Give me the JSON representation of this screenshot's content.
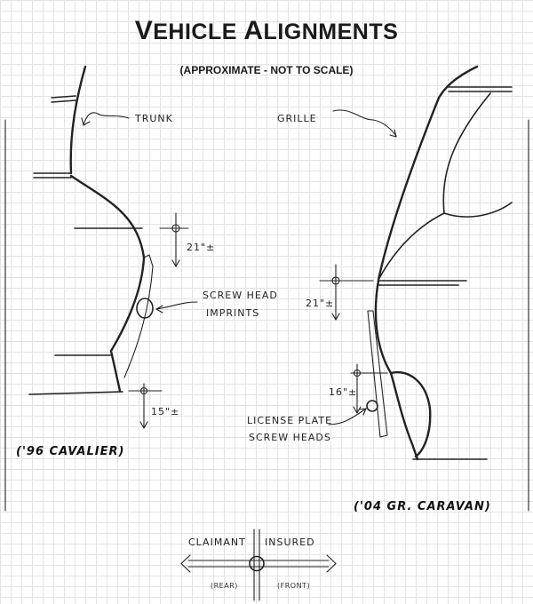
{
  "title": {
    "first_initial": "V",
    "first_rest": "EHICLE",
    "second_initial": "A",
    "second_rest": "LIGNMENTS"
  },
  "subtitle": "(APPROXIMATE - NOT TO SCALE)",
  "labels": {
    "trunk": "TRUNK",
    "grille": "GRILLE",
    "screw_head_line1": "SCREW HEAD",
    "screw_head_line2": "IMPRINTS",
    "license_line1": "LICENSE PLATE",
    "license_line2": "SCREW HEADS",
    "height_left_upper": "21\"±",
    "height_left_lower": "15\"±",
    "height_right_upper": "21\"±",
    "height_right_lower": "16\"±"
  },
  "vehicles": {
    "left": "('96 CAVALIER)",
    "right": "('04 GR. CARAVAN)"
  },
  "legend": {
    "claimant": "CLAIMANT",
    "insured": "INSURED",
    "rear": "(REAR)",
    "front": "(FRONT)"
  }
}
